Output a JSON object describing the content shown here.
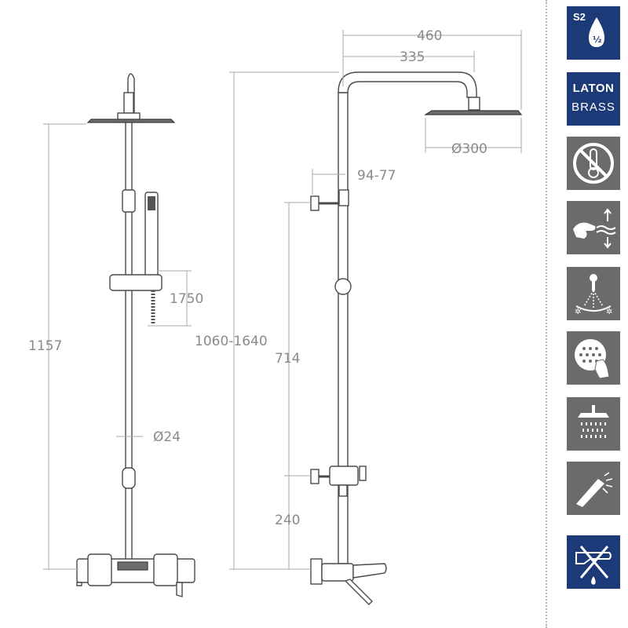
{
  "dimensions": {
    "total_height": "1157",
    "hose_length": "1750",
    "bar_diameter": "Ø24",
    "arm_width": "460",
    "arm_inner": "335",
    "head_diameter": "Ø300",
    "bracket_offset": "94-77",
    "height_range": "1060-1640",
    "bar_length": "714",
    "lower_offset": "240"
  },
  "icons": [
    {
      "name": "s2-half-icon",
      "label": "S2",
      "color": "#1d3a78"
    },
    {
      "name": "brass-material-icon",
      "top": "LATON",
      "bottom": "BRASS",
      "color": "#1d3a78"
    },
    {
      "name": "no-thermometer-icon",
      "color": "#6b6b6b"
    },
    {
      "name": "hand-water-flow-icon",
      "color": "#6b6b6b"
    },
    {
      "name": "swivel-shower-icon",
      "color": "#6b6b6b"
    },
    {
      "name": "easy-clean-nozzles-icon",
      "color": "#6b6b6b"
    },
    {
      "name": "rain-shower-icon",
      "color": "#6b6b6b"
    },
    {
      "name": "hand-shower-spray-icon",
      "color": "#6b6b6b"
    },
    {
      "name": "no-bath-spout-icon",
      "color": "#1d3a78"
    }
  ]
}
